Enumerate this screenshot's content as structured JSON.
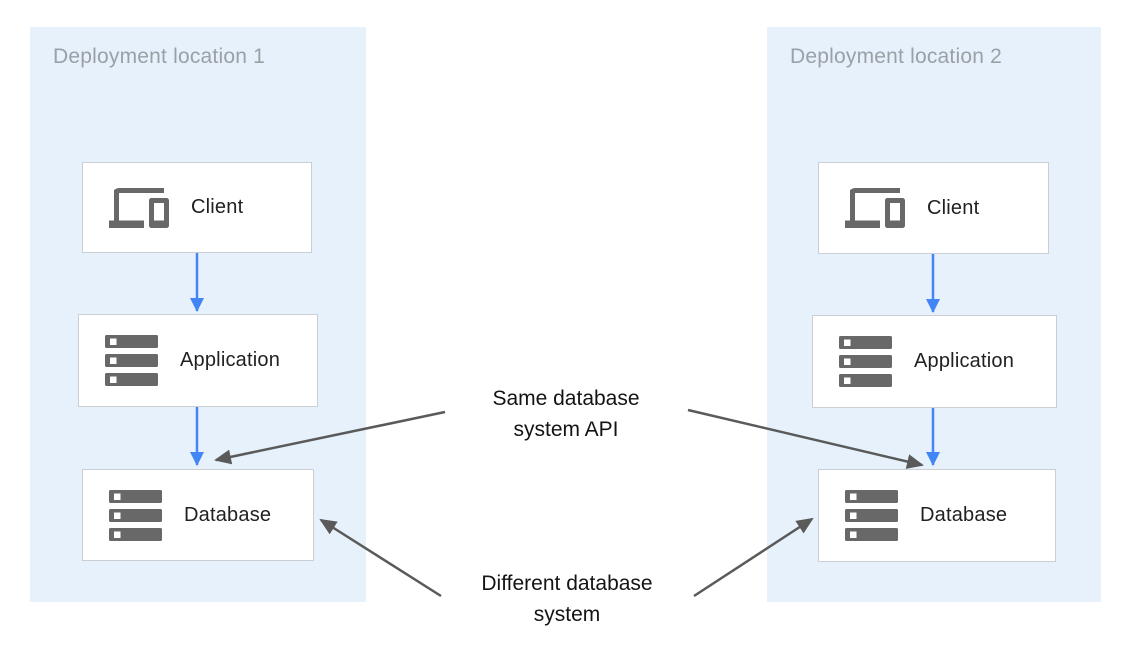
{
  "panels": [
    {
      "title": "Deployment location 1",
      "nodes": [
        {
          "label": "Client",
          "icon": "devices-icon"
        },
        {
          "label": "Application",
          "icon": "server-stack-icon"
        },
        {
          "label": "Database",
          "icon": "server-stack-icon"
        }
      ]
    },
    {
      "title": "Deployment location 2",
      "nodes": [
        {
          "label": "Client",
          "icon": "devices-icon"
        },
        {
          "label": "Application",
          "icon": "server-stack-icon"
        },
        {
          "label": "Database",
          "icon": "server-stack-icon"
        }
      ]
    }
  ],
  "annotations": [
    {
      "line1": "Same database",
      "line2": "system API"
    },
    {
      "line1": "Different database",
      "line2": "system"
    }
  ],
  "colors": {
    "panel_bg": "#E7F1FB",
    "flow_arrow": "#4285F4",
    "annotation_arrow": "#5A5A5A",
    "box_border": "#CBCED2",
    "icon_gray": "#686868",
    "title_gray": "#9AA0A6",
    "text_dark": "#212121",
    "annotation_text": "#141414"
  }
}
